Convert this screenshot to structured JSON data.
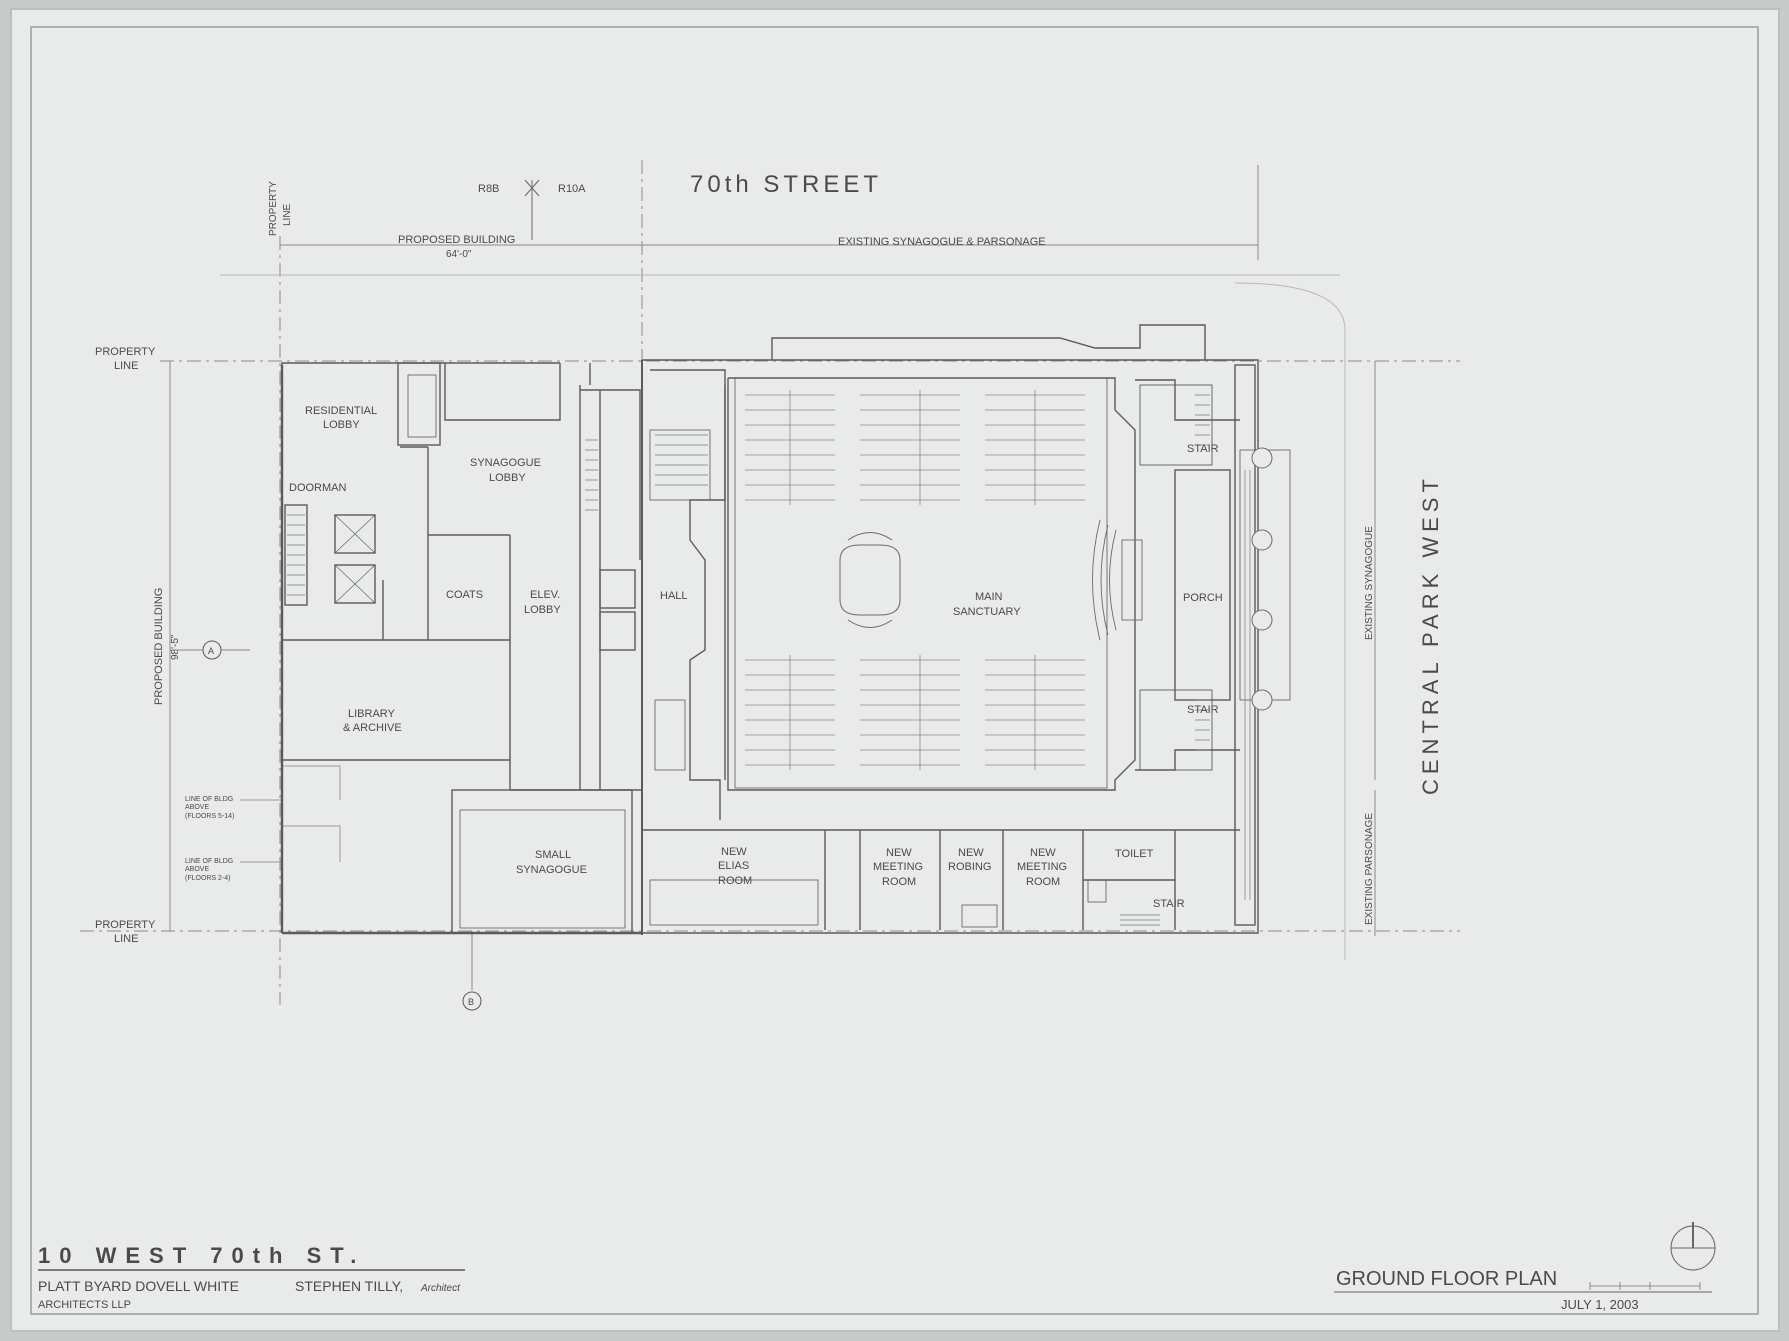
{
  "street_north": "70th STREET",
  "street_east": "CENTRAL PARK WEST",
  "zoning": {
    "left": "R8B",
    "right": "R10A"
  },
  "property_line": [
    "PROPERTY",
    "LINE"
  ],
  "dims": {
    "proposed_width_label": "PROPOSED BUILDING",
    "proposed_width_value": "64'-0\"",
    "existing_label": "EXISTING SYNAGOGUE & PARSONAGE",
    "proposed_depth_label": "PROPOSED BUILDING",
    "proposed_depth_value": "98'-5\"",
    "existing_synagogue": "EXISTING SYNAGOGUE",
    "existing_parsonage": "EXISTING PARSONAGE"
  },
  "markers": {
    "a": "A",
    "b": "B"
  },
  "bldg_notes": {
    "upper": [
      "LINE OF BLDG",
      "ABOVE",
      "(FLOORS 5-14)"
    ],
    "lower": [
      "LINE OF BLDG",
      "ABOVE",
      "(FLOORS 2-4)"
    ]
  },
  "rooms": {
    "residential_lobby": [
      "RESIDENTIAL",
      "LOBBY"
    ],
    "doorman": "DOORMAN",
    "synagogue_lobby": [
      "SYNAGOGUE",
      "LOBBY"
    ],
    "coats": "COATS",
    "elev_lobby": [
      "ELEV.",
      "LOBBY"
    ],
    "hall": "HALL",
    "main_sanctuary": [
      "MAIN",
      "SANCTUARY"
    ],
    "porch": "PORCH",
    "stair": "STAIR",
    "library": [
      "LIBRARY",
      "& ARCHIVE"
    ],
    "small_synagogue": [
      "SMALL",
      "SYNAGOGUE"
    ],
    "new_elias": [
      "NEW",
      "ELIAS",
      "ROOM"
    ],
    "new_meeting_1": [
      "NEW",
      "MEETING",
      "ROOM"
    ],
    "new_robing": [
      "NEW",
      "ROBING"
    ],
    "new_meeting_2": [
      "NEW",
      "MEETING",
      "ROOM"
    ],
    "toilet": "TOILET"
  },
  "title_block": {
    "address": "10 WEST 70th ST.",
    "firm_line1": "PLATT BYARD DOVELL WHITE",
    "firm_line2": "ARCHITECTS LLP",
    "architect": "STEPHEN TILLY,",
    "architect_role": "Architect",
    "plan_title": "GROUND FLOOR PLAN",
    "date": "JULY 1, 2003"
  }
}
